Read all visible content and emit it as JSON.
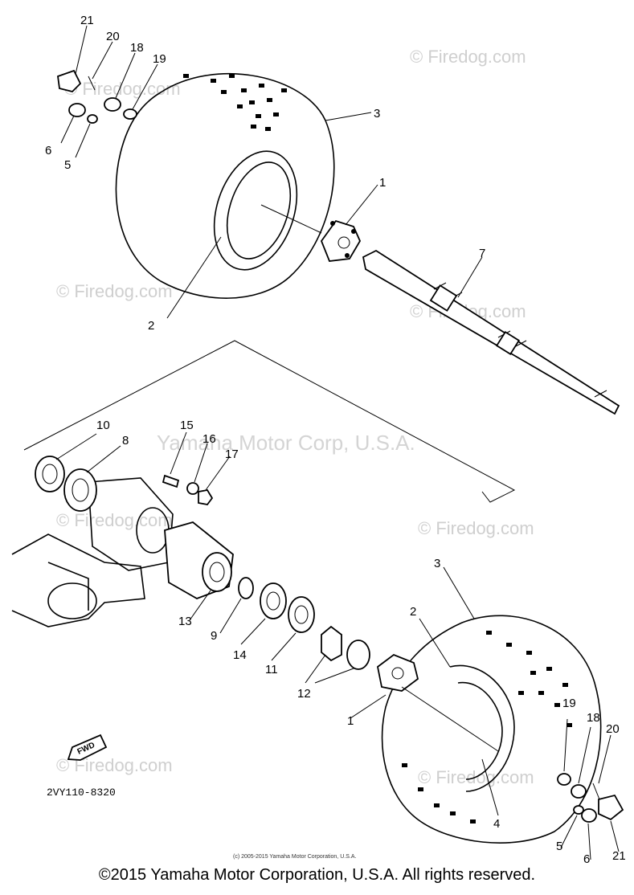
{
  "diagram": {
    "diagram_code": "2VY110-8320",
    "fwd_label": "FWD",
    "watermark_site": "© Firedog.com",
    "watermark_corp": "Yamaha Motor Corp, U.S.A.",
    "small_copyright": "(c) 2005-2015 Yamaha Motor Corporation, U.S.A.",
    "callouts": {
      "c1a": "1",
      "c1b": "1",
      "c2a": "2",
      "c2b": "2",
      "c3a": "3",
      "c3b": "3",
      "c4": "4",
      "c5a": "5",
      "c5b": "5",
      "c6a": "6",
      "c6b": "6",
      "c7": "7",
      "c8": "8",
      "c9": "9",
      "c10": "10",
      "c11": "11",
      "c12": "12",
      "c13": "13",
      "c14": "14",
      "c15": "15",
      "c16": "16",
      "c17": "17",
      "c18a": "18",
      "c18b": "18",
      "c19a": "19",
      "c19b": "19",
      "c20a": "20",
      "c20b": "20",
      "c21a": "21",
      "c21b": "21"
    }
  },
  "footer": {
    "copyright": "©2015 Yamaha Motor Corporation, U.S.A. All rights reserved."
  }
}
